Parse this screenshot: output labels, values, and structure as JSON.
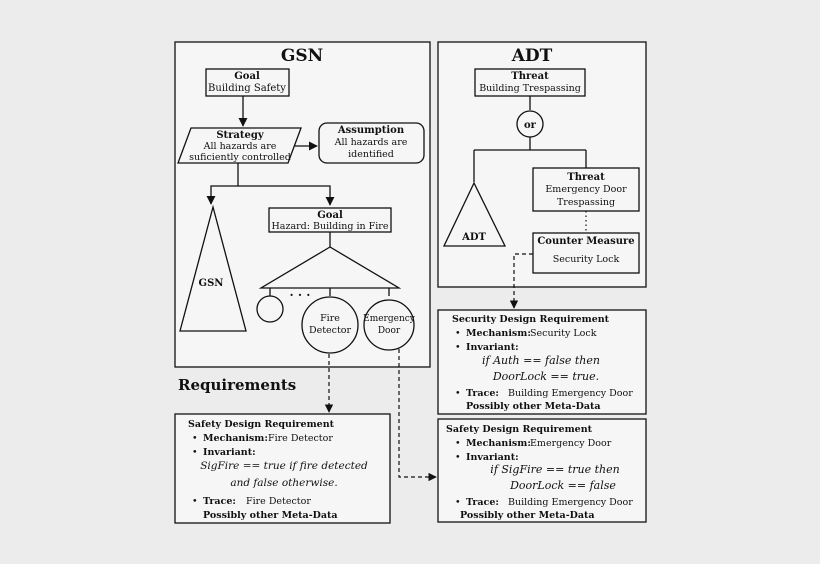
{
  "gsn": {
    "title": "GSN",
    "goal": {
      "head": "Goal",
      "text": "Building Safety"
    },
    "strategy": {
      "head": "Strategy",
      "line1": "All hazards are",
      "line2": "suficiently controlled"
    },
    "assumption": {
      "head": "Assumption",
      "line1": "All hazards are",
      "line2": "identified"
    },
    "gsn_triangle": "GSN",
    "hazard_goal": {
      "head": "Goal",
      "text": "Hazard: Building in Fire"
    },
    "ellipsis": "· · ·",
    "fire_detector": {
      "line1": "Fire",
      "line2": "Detector"
    },
    "emergency_door": {
      "line1": "Emergency",
      "line2": "Door"
    }
  },
  "adt": {
    "title": "ADT",
    "threat": {
      "head": "Threat",
      "text": "Building Trespassing"
    },
    "or": "or",
    "adt_triangle": "ADT",
    "threat2": {
      "head": "Threat",
      "line1": "Emergency Door",
      "line2": "Trespassing"
    },
    "counter": {
      "head": "Counter Measure",
      "text": "Security Lock"
    }
  },
  "requirements_heading": "Requirements",
  "security_req": {
    "title": "Security Design Requirement",
    "mech_label": "Mechanism:",
    "mech_value": "Security Lock",
    "inv_label": "Invariant:",
    "inv_line1": "if Auth == false then",
    "inv_line2": "DoorLock == true.",
    "trace_label": "Trace:",
    "trace_value": "Building Emergency Door",
    "footer": "Possibly other Meta-Data"
  },
  "safety_req_1": {
    "title": "Safety Design Requirement",
    "mech_label": "Mechanism:",
    "mech_value": "Fire Detector",
    "inv_label": "Invariant:",
    "inv_line1": "SigFire == true if fire detected",
    "inv_line2": "and false otherwise.",
    "trace_label": "Trace:",
    "trace_value": "Fire Detector",
    "footer": "Possibly other Meta-Data"
  },
  "safety_req_2": {
    "title": "Safety Design Requirement",
    "mech_label": "Mechanism:",
    "mech_value": "Emergency Door",
    "inv_label": "Invariant:",
    "inv_line1": "if SigFire == true then",
    "inv_line2": "DoorLock == false",
    "trace_label": "Trace:",
    "trace_value": "Building Emergency Door",
    "footer": "Possibly other Meta-Data"
  }
}
